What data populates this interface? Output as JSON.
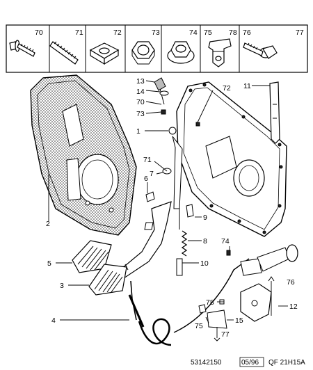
{
  "legend": {
    "cells": [
      {
        "ref": "70",
        "icon": "flange-bolt-icon"
      },
      {
        "ref": "71",
        "icon": "threaded-stud-icon"
      },
      {
        "ref": "72",
        "icon": "square-nut-icon"
      },
      {
        "ref": "73",
        "icon": "hex-nut-icon"
      },
      {
        "ref": "74",
        "icon": "flange-nut-icon"
      },
      {
        "ref": "75",
        "ref2": "78",
        "icon": "clip-icon"
      },
      {
        "ref": "76",
        "ref2": "77",
        "icon": "shouldered-bolt-icon"
      }
    ]
  },
  "callouts": {
    "c1": "1",
    "c2": "2",
    "c3": "3",
    "c4": "4",
    "c5": "5",
    "c6": "6",
    "c7": "7",
    "c8": "8",
    "c9": "9",
    "c10": "10",
    "c11": "11",
    "c12": "12",
    "c13": "13",
    "c14": "14",
    "c15": "15",
    "c70": "70",
    "c71": "71",
    "c72": "72",
    "c73": "73",
    "c74": "74",
    "c75": "75",
    "c76": "76",
    "c77": "77",
    "c78": "78"
  },
  "footer": {
    "ref": "53142150",
    "date": "05/96",
    "code": "QF 21H15A"
  }
}
